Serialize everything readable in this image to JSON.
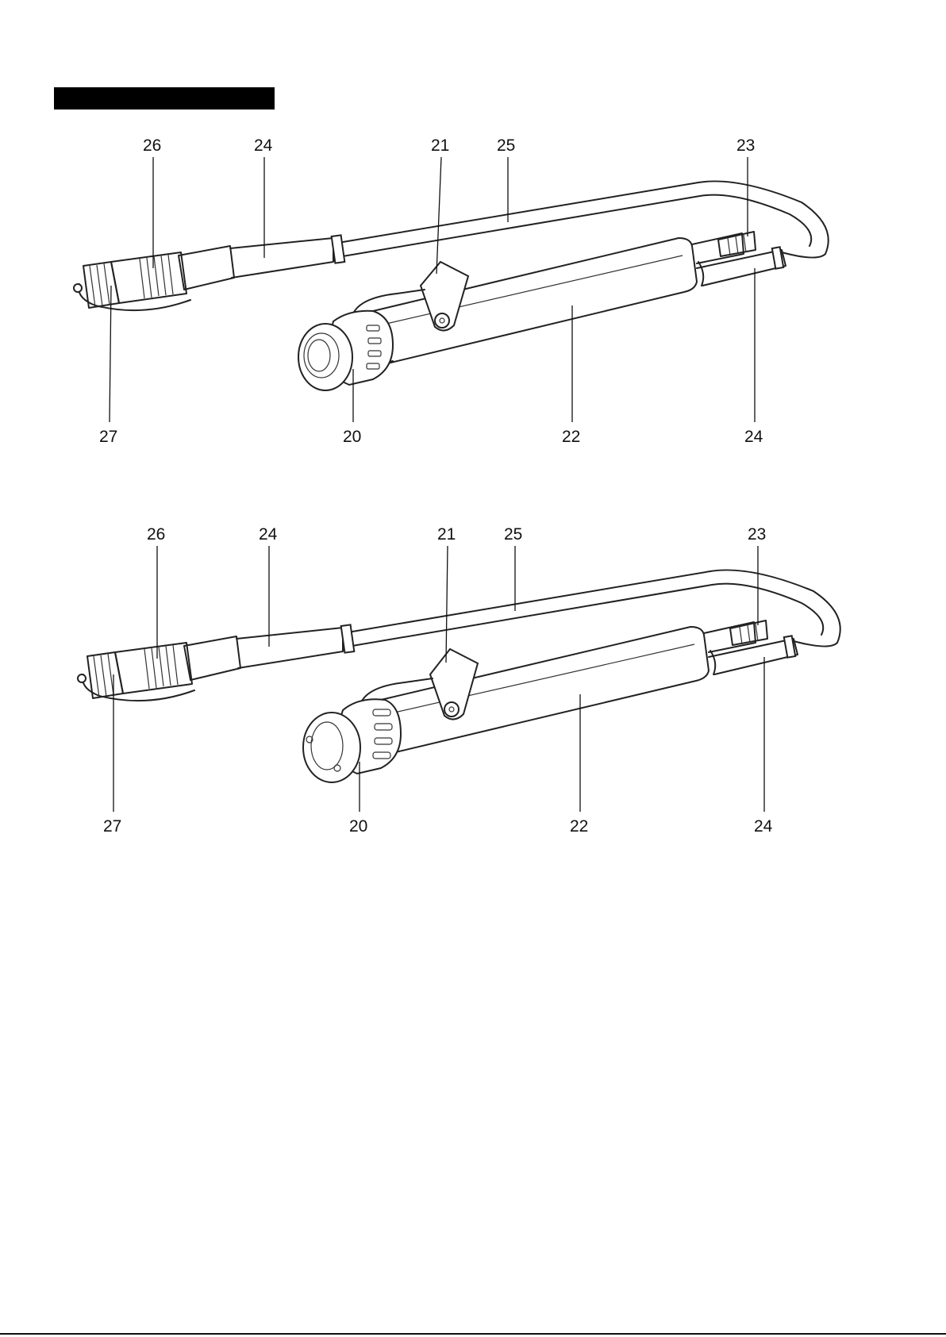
{
  "figures": [
    {
      "id": "top",
      "callouts": {
        "c26": "26",
        "c24a": "24",
        "c21": "21",
        "c25": "25",
        "c23": "23",
        "c27": "27",
        "c20": "20",
        "c22": "22",
        "c24b": "24"
      }
    },
    {
      "id": "bottom",
      "callouts": {
        "c26": "26",
        "c24a": "24",
        "c21": "21",
        "c25": "25",
        "c23": "23",
        "c27": "27",
        "c20": "20",
        "c22": "22",
        "c24b": "24"
      }
    }
  ]
}
